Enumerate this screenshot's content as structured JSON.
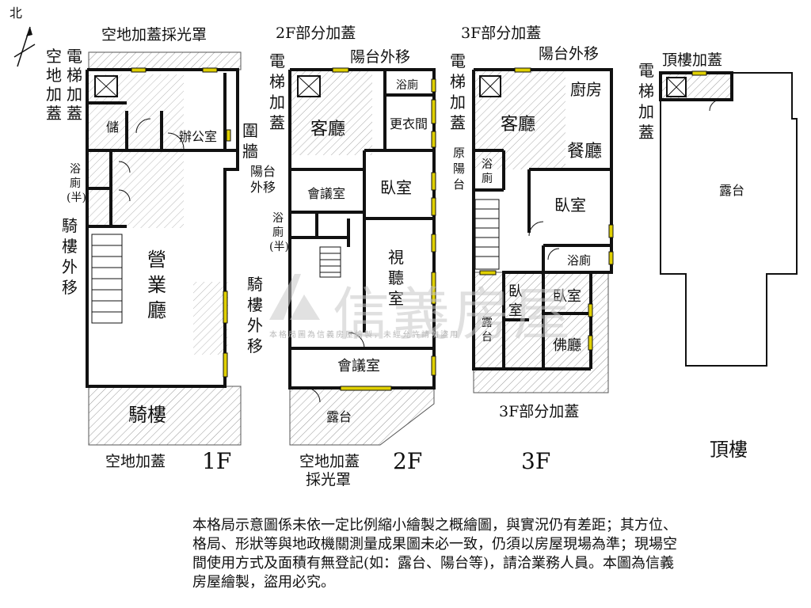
{
  "north": "北",
  "floors": {
    "f1": {
      "name": "1F",
      "top_label": "空地加蓋採光罩",
      "bottom_label": "空地加蓋",
      "elevator_label": [
        "電",
        "梯",
        "加",
        "蓋"
      ],
      "open_label": [
        "空",
        "地",
        "加",
        "蓋"
      ],
      "rooms": {
        "storage": "儲",
        "office": "辦公室",
        "wc": [
          "浴",
          "廁",
          "(半)"
        ],
        "lobby": [
          "營",
          "業",
          "廳"
        ],
        "arcade": "騎樓"
      },
      "arcade_move_left": [
        "騎",
        "樓",
        "外",
        "移"
      ],
      "arcade_move_right": [
        "騎",
        "樓",
        "外",
        "移"
      ],
      "wall": [
        "圍",
        "牆"
      ]
    },
    "f2": {
      "name": "2F",
      "top_label": "2F部分加蓋",
      "balcony_move": "陽台外移",
      "elevator_label": [
        "電",
        "梯",
        "加",
        "蓋"
      ],
      "bottom_label": [
        "空地加蓋",
        "採光罩"
      ],
      "rooms": {
        "living": "客廳",
        "wc": "浴廁",
        "closet": "更衣間",
        "balcony_moved": [
          "陽台",
          "外移"
        ],
        "meeting1": "會議室",
        "bedroom": "臥室",
        "wc_half": [
          "浴",
          "廁",
          "(半)"
        ],
        "av": [
          "視",
          "聽",
          "室"
        ],
        "meeting2": "會議室",
        "terrace": "露台"
      }
    },
    "f3": {
      "name": "3F",
      "top_label": "3F部分加蓋",
      "balcony_move": "陽台外移",
      "elevator_label": [
        "電",
        "梯",
        "加",
        "蓋"
      ],
      "bottom_label": "3F部分加蓋",
      "rooms": {
        "living": "客廳",
        "kitchen": "廚房",
        "dining": "餐廳",
        "orig_balcony": [
          "原",
          "陽",
          "台"
        ],
        "wc_small": [
          "浴",
          "廁"
        ],
        "bedroom1": "臥室",
        "wc": "浴廁",
        "bedroom2": [
          "臥",
          "室"
        ],
        "bedroom3": "臥室",
        "terrace": [
          "露",
          "台"
        ],
        "buddha": "佛廳"
      }
    },
    "roof": {
      "name": "頂樓",
      "top_label": "頂樓加蓋",
      "elevator_label": [
        "電",
        "梯",
        "加",
        "蓋"
      ],
      "rooms": {
        "terrace": "露台"
      }
    }
  },
  "watermark": {
    "brand": "信義房屋",
    "note": "本格局圖為信義房屋繪製，未經允許請勿盜用"
  },
  "disclaimer": "本格局示意圖係未依一定比例縮小繪製之概繪圖，與實況仍有差距；其方位、格局、形狀等與地政機關測量成果圖未必一致，仍須以房屋現場為準；現場空間使用方式及面積有無登記(如：露台、陽台等)，請洽業務人員。本圖為信義房屋繪製，盜用必究。"
}
